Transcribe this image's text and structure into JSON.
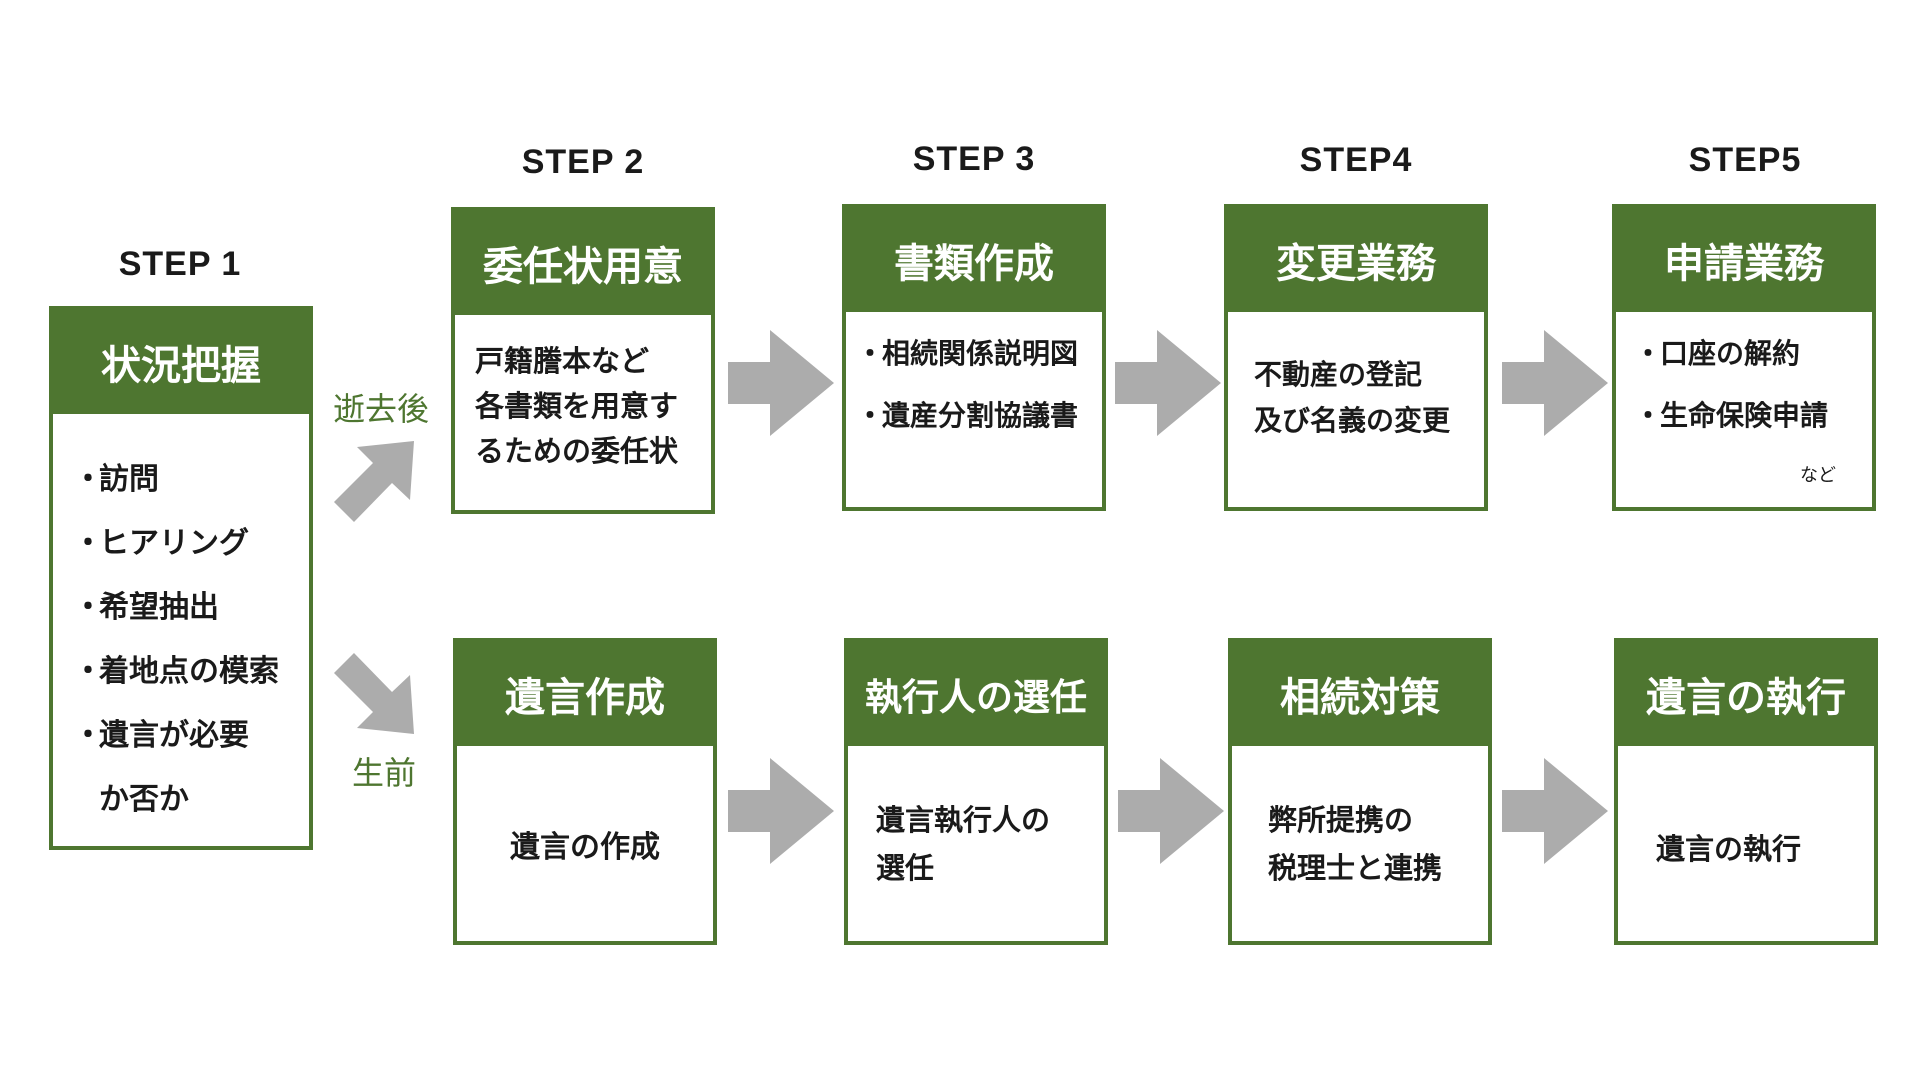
{
  "colors": {
    "header_green": "#4e7630",
    "arrow_gray": "#acacac",
    "label_green": "#4e7630"
  },
  "step1": {
    "label": "STEP 1",
    "title": "状況把握",
    "items": [
      "訪問",
      "ヒアリング",
      "希望抽出",
      "着地点の模索",
      "遺言が必要"
    ],
    "item_continuation": "か否か"
  },
  "branches": {
    "upper": "逝去後",
    "lower": "生前"
  },
  "top_row": {
    "step2": {
      "label": "STEP 2",
      "title": "委任状用意",
      "lines": [
        "戸籍謄本など",
        "各書類を用意す",
        "るための委任状"
      ]
    },
    "step3": {
      "label": "STEP 3",
      "title": "書類作成",
      "items": [
        "相続関係説明図",
        "遺産分割協議書"
      ]
    },
    "step4": {
      "label": "STEP4",
      "title": "変更業務",
      "lines": [
        "不動産の登記",
        "及び名義の変更"
      ]
    },
    "step5": {
      "label": "STEP5",
      "title": "申請業務",
      "items": [
        "口座の解約",
        "生命保険申請"
      ],
      "note": "など"
    }
  },
  "bottom_row": {
    "box1": {
      "title": "遺言作成",
      "text": "遺言の作成"
    },
    "box2": {
      "title": "執行人の選任",
      "lines": [
        "遺言執行人の",
        "選任"
      ]
    },
    "box3": {
      "title": "相続対策",
      "lines": [
        "弊所提携の",
        "税理士と連携"
      ]
    },
    "box4": {
      "title": "遺言の執行",
      "text": "遺言の執行"
    }
  },
  "bullet_symbol": "・",
  "icons": {
    "flow_arrow": "right-arrow-icon",
    "branch_up": "diagonal-up-arrow-icon",
    "branch_down": "diagonal-down-arrow-icon"
  }
}
